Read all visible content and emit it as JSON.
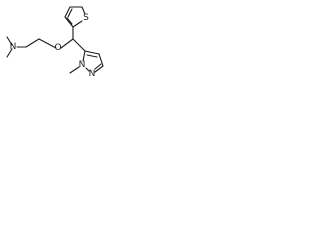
{
  "molecule": {
    "atoms": {
      "dimethylamine_nitrogen": "N",
      "ether_oxygen": "O",
      "thiophene_sulfur": "S",
      "pyrazole_nitrogen_1": "N",
      "pyrazole_nitrogen_2": "N"
    }
  },
  "colors": {
    "bond": "#1a1a1a",
    "label": "#1a1a1a",
    "background": "#ffffff"
  }
}
